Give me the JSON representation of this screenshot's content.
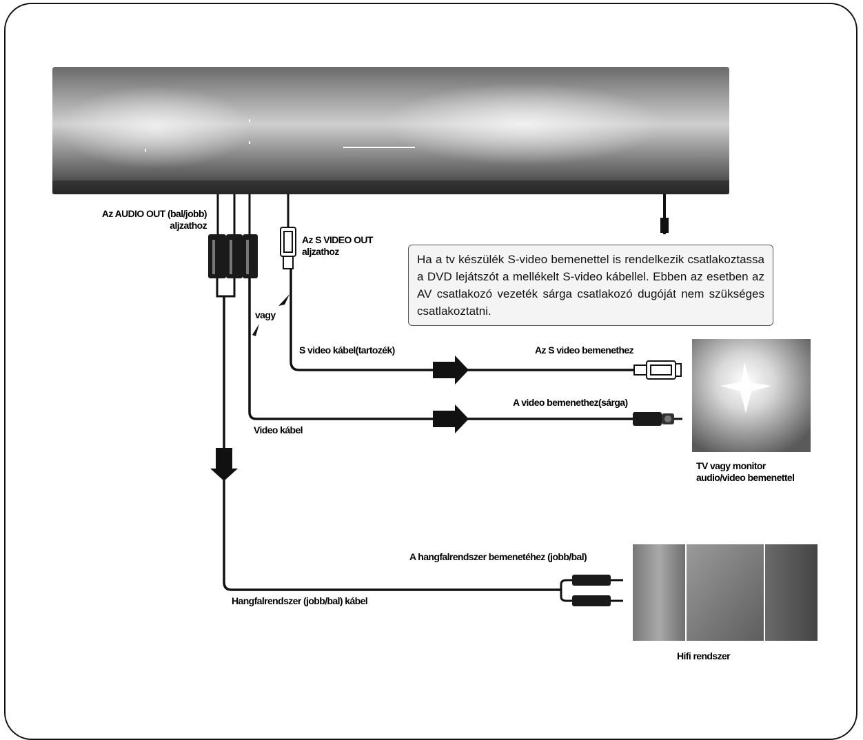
{
  "labels": {
    "audio_out": "Az AUDIO OUT (bal/jobb) aljzathoz",
    "svideo_out": "Az S VIDEO OUT aljzathoz",
    "vagy": "vagy",
    "svideo_cable": "S video kábel(tartozék)",
    "svideo_in": "Az S video bemenethez",
    "video_in": "A video bemenethez(sárga)",
    "video_cable": "Video kábel",
    "tv_caption": "TV vagy monitor audio/video bemenettel",
    "stereo_in": "A hangfalrendszer bemenetéhez (jobb/bal)",
    "stereo_cable": "Hangfalrendszer (jobb/bal) kábel",
    "hifi_caption": "Hifi rendszer"
  },
  "note": "Ha a tv készülék S-video bemenettel is rendelkezik csatlakoztassa a DVD lejátszót a mellékelt S-video kábellel. Ebben az esetben az AV csatlakozó vezeték sárga csatlakozó dugóját nem szükséges csatlakoztatni."
}
